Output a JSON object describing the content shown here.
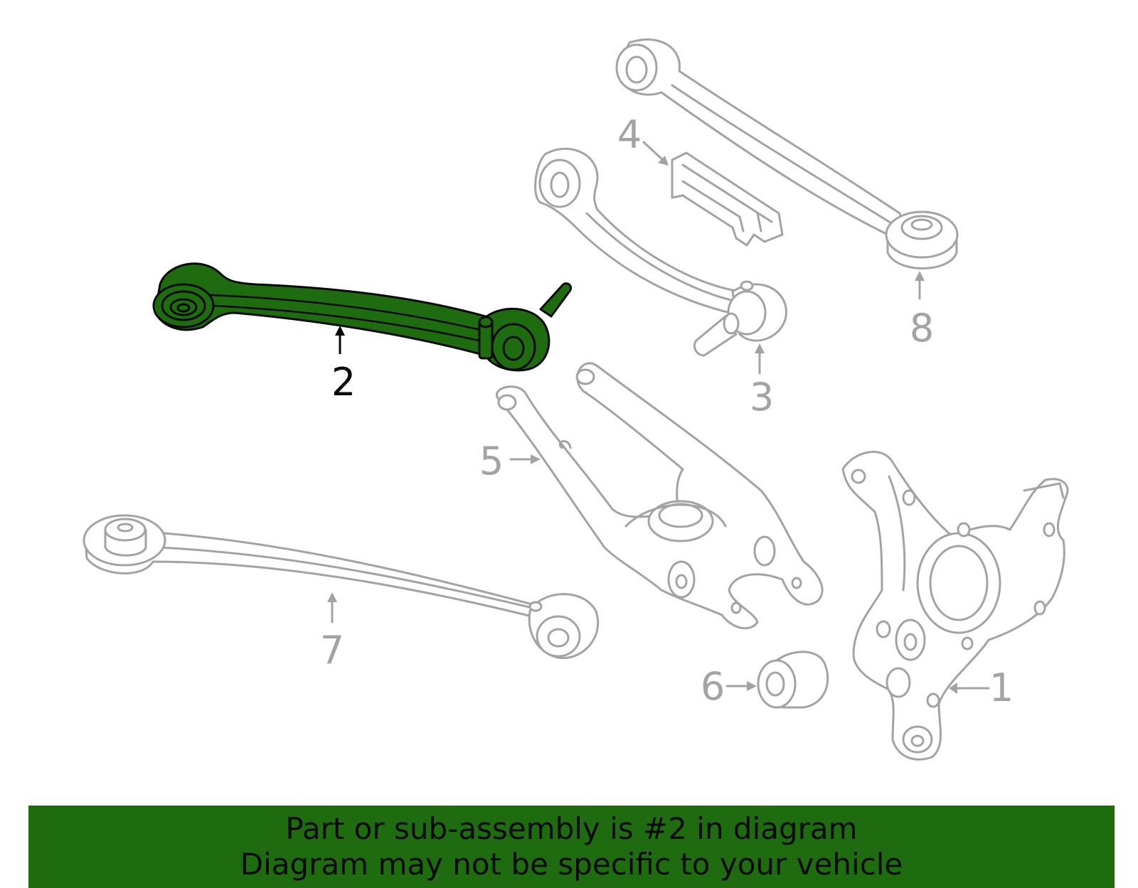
{
  "colors": {
    "highlight": "#1e6b10",
    "outline_highlight": "#0a0a0a",
    "outline_ghost": "#a3a3a3",
    "banner_bg": "#1e6b10",
    "background": "#ffffff"
  },
  "highlighted_part": "2",
  "callouts": [
    {
      "id": "1",
      "label": "1"
    },
    {
      "id": "2",
      "label": "2"
    },
    {
      "id": "3",
      "label": "3"
    },
    {
      "id": "4",
      "label": "4"
    },
    {
      "id": "5",
      "label": "5"
    },
    {
      "id": "6",
      "label": "6"
    },
    {
      "id": "7",
      "label": "7"
    },
    {
      "id": "8",
      "label": "8"
    }
  ],
  "banner": {
    "line1": "Part or sub-assembly is #2 in diagram",
    "line2": "Diagram may not be specific to your vehicle"
  }
}
